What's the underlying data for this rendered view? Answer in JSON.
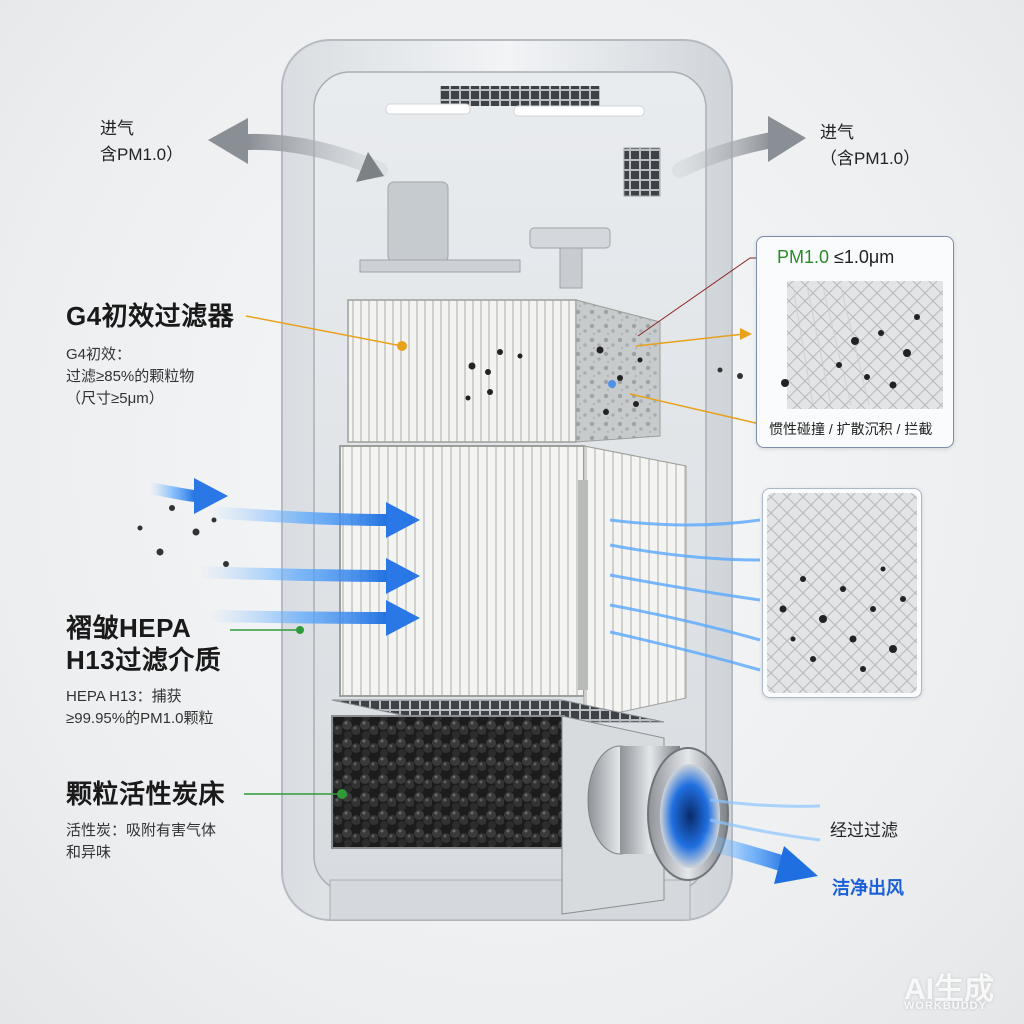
{
  "inlet_left": {
    "line1": "进气",
    "line2": "含PM1.0）"
  },
  "inlet_right": {
    "line1": "进气",
    "line2": "（含PM1.0）"
  },
  "g4": {
    "heading": "G4初效过滤器",
    "desc_line1": "G4初效：",
    "desc_line2": "过滤≥85%的颗粒物",
    "desc_line3": "（尺寸≥5μm）"
  },
  "hepa": {
    "heading_line1": "褶皱HEPA",
    "heading_line2": "H13过滤介质",
    "desc_line1": "HEPA H13：捕获",
    "desc_line2": "≥99.95%的PM1.0颗粒"
  },
  "carbon": {
    "heading": "颗粒活性炭床",
    "desc_line1": "活性炭：吸附有害气体",
    "desc_line2": "和异味"
  },
  "pm_callout": {
    "title_green": "PM1.0",
    "title_rest": " ≤1.0μm",
    "mechanism": "惯性碰撞 / 扩散沉积 / 拦截"
  },
  "outlet": {
    "line1": "经过过滤",
    "line2": "洁净出风"
  },
  "watermark": {
    "line1": "AI生成",
    "line2": "WORKBUDDY"
  },
  "colors": {
    "accent_blue": "#1a5fd6",
    "callout_green": "#2a8a2a",
    "leader_orange": "#e8a11a",
    "leader_green": "#2f9a3a"
  }
}
